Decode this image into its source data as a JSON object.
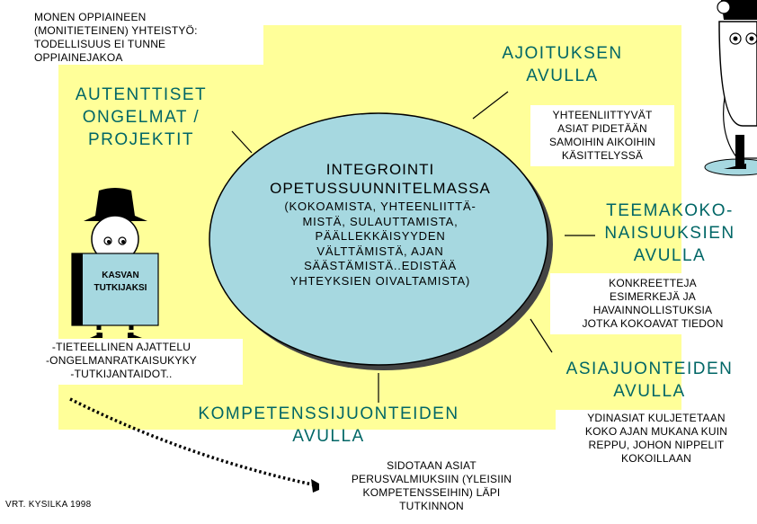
{
  "top_left_note": [
    "MONEN OPPIAINEEN",
    "(MONITIETEINEN) YHTEISTYÖ:",
    "TODELLISUUS EI TUNNE",
    "OPPIAINEJAKOA"
  ],
  "center": {
    "title": [
      "INTEGROINTI",
      "OPETUSSUUNNITELMASSA"
    ],
    "subtitle": [
      "(KOKOAMISTA, YHTEENLIITTÄ-",
      "MISTÄ, SULAUTTAMISTA,",
      "PÄÄLLEKKÄISYYDEN",
      "VÄLTTÄMISTÄ, AJAN",
      "SÄÄSTÄMISTÄ..EDISTÄÄ",
      "YHTEYKSIEN OIVALTAMISTA)"
    ]
  },
  "branches": {
    "autenttiset": [
      "AUTENTTISET",
      "ONGELMAT /",
      "PROJEKTIT"
    ],
    "ajoituksen": [
      "AJOITUKSEN",
      "AVULLA"
    ],
    "ajoituksen_desc": [
      "YHTEENLIITTYVÄT",
      "ASIAT PIDETÄÄN",
      "SAMOIHIN AIKOIHIN",
      "KÄSITTELYSSÄ"
    ],
    "teema": [
      "TEEMAKOKO-",
      "NAISUUKSIEN",
      "AVULLA"
    ],
    "teema_desc": [
      "KONKREETTEJA",
      "ESIMERKEJÄ JA",
      "HAVAINNOLLISTUKSIA",
      "JOTKA KOKOAVAT TIEDON"
    ],
    "asia": [
      "ASIAJUONTEIDEN",
      "AVULLA"
    ],
    "asia_desc": [
      "YDINASIAT KULJETETAAN",
      "KOKO AJAN MUKANA KUIN",
      "REPPU, JOHON NIPPELIT",
      "KOKOILLAAN"
    ],
    "kompetenssi": [
      "KOMPETENSSIJUONTEIDEN",
      "AVULLA"
    ],
    "kompetenssi_desc": [
      "SIDOTAAN ASIAT",
      "PERUSVALMIUKSIIN (YLEISIIN",
      "KOMPETENSSEIHIN)  LÄPI",
      "TUTKINNON"
    ]
  },
  "skills_note": [
    "-TIETEELLINEN AJATTELU",
    "-ONGELMANRATKAISUKYKY",
    "-TUTKIJANTAIDOT.."
  ],
  "figure_sign": [
    "KASVAN",
    "TUTKIJAKSI"
  ],
  "credit": "VRT. KYSILKA 1998",
  "colors": {
    "yellow": "#ffff99",
    "ellipse": "#a6d8e0",
    "heading_text": "#006666",
    "figure_sign": "#a6d8e0"
  }
}
